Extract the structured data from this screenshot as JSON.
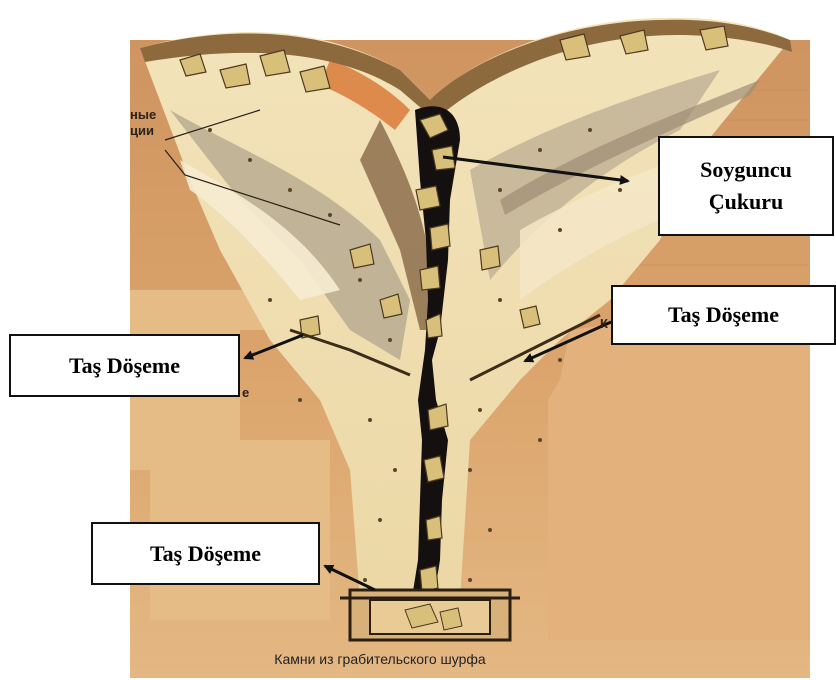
{
  "labels": {
    "robber_pit_line1": "Soyguncu",
    "robber_pit_line2": "Çukuru",
    "stone_floor_left": "Taş Döşeme",
    "stone_floor_right": "Taş Döşeme",
    "stone_floor_bottom": "Taş Döşeme"
  },
  "source_fragments": {
    "left_line1": "ные",
    "left_line2": "ции",
    "right_fragment": "К",
    "left_letter": "е"
  },
  "bottom_caption": "Камни из грабительского шурфа",
  "colors": {
    "background": "#ffffff",
    "outer_soil": "#d9a06a",
    "deep_soil": "#e2b57f",
    "fill_light": "#f1dcae",
    "fill_grey": "#b7a98d",
    "fill_dark": "#7c5d3c",
    "stone": "#d8c07a",
    "stone_outline": "#4d3a22",
    "pit_black": "#141010",
    "arrow": "#111111"
  }
}
